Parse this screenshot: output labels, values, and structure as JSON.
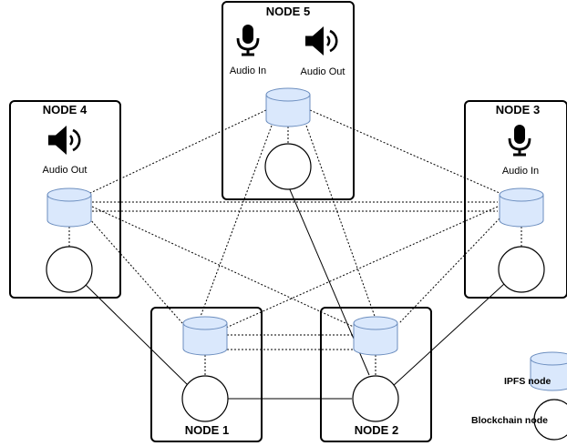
{
  "colors": {
    "ipfs_fill": "#dae8fc",
    "ipfs_stroke": "#6c8ebf",
    "line": "#000000"
  },
  "nodes": {
    "node1": {
      "title": "NODE 1"
    },
    "node2": {
      "title": "NODE 2"
    },
    "node3": {
      "title": "NODE 3",
      "device_label": "Audio In",
      "device_icon": "microphone-icon"
    },
    "node4": {
      "title": "NODE 4",
      "device_label": "Audio Out",
      "device_icon": "speaker-icon"
    },
    "node5": {
      "title": "NODE 5",
      "audio_in_label": "Audio In",
      "audio_out_label": "Audio Out",
      "audio_in_icon": "microphone-icon",
      "audio_out_icon": "speaker-icon"
    }
  },
  "legend": {
    "ipfs_label": "IPFS node",
    "blockchain_label": "Blockchain node"
  }
}
